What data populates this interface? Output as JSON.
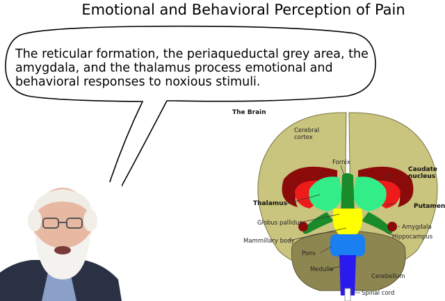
{
  "title": "Emotional and Behavioral Perception of Pain",
  "bubble_text": "The reticular formation, the periaqueductal grey area, the amygdala, and the thalamus process emotional and behavioral responses to noxious stimuli.",
  "diagram": {
    "heading": "The Brain",
    "labels": {
      "cerebral_cortex_1": "Cerebral",
      "cerebral_cortex_2": "cortex",
      "fornix": "Fornix",
      "caudate_1": "Caudate",
      "caudate_2": "nucleus",
      "thalamus": "Thalamus",
      "putamen": "Putamen",
      "globus_pallidus": "Globus pallidus",
      "amygdala": "Amygdala",
      "mammillary": "Mammillary body",
      "hippocampus": "Hippocampus",
      "pons": "Pons",
      "medulla": "Medulla",
      "cerebellum": "Cerebellum",
      "spinal_cord": "Spinal cord"
    },
    "colors": {
      "cortex": "#c9c47e",
      "caudate": "#8b0a0a",
      "putamen": "#ee1b1b",
      "thalamus": "#33ee88",
      "fornix": "#1a8a2a",
      "globus": "#ffff00",
      "pons": "#1a7ff0",
      "medulla": "#2a1aee",
      "cerebellum": "#8e8650"
    }
  }
}
